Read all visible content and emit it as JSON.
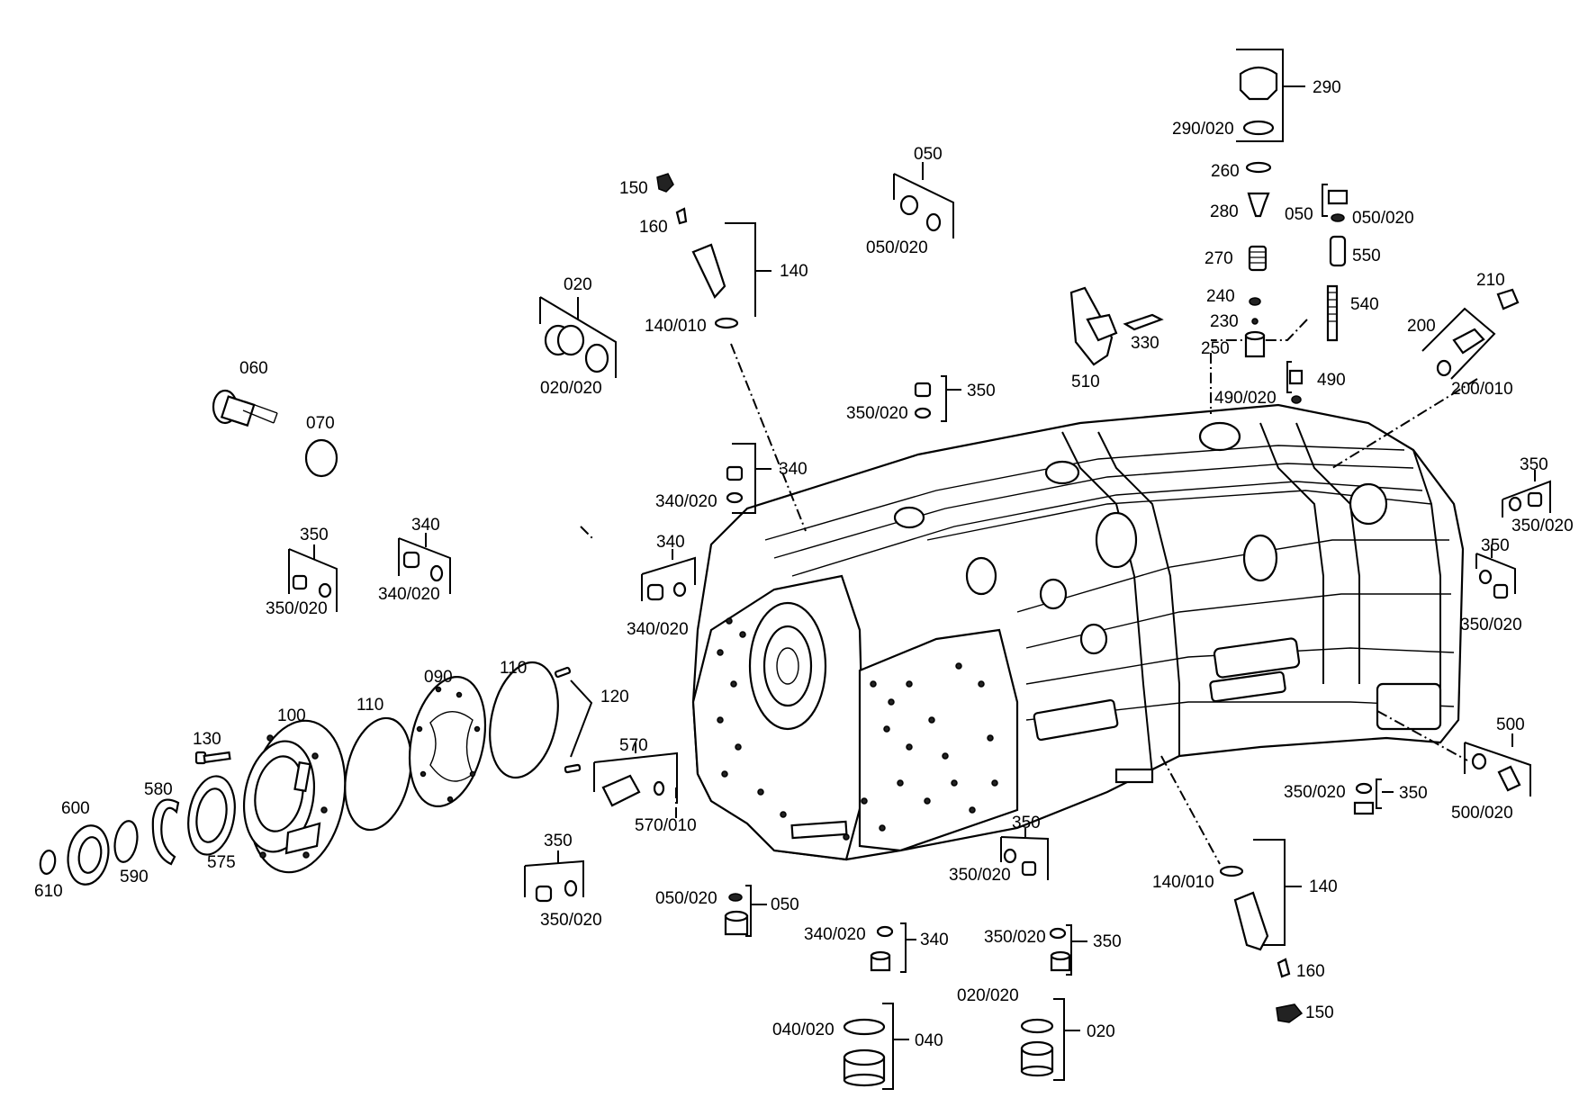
{
  "labels": {
    "p020_top": "020",
    "p020_020_top": "020/020",
    "p060": "060",
    "p070": "070",
    "p150_top": "150",
    "p160_top": "160",
    "p140_top": "140",
    "p140_010_top": "140/010",
    "p050_top": "050",
    "p050_020_top": "050/020",
    "p290": "290",
    "p290_020": "290/020",
    "p260": "260",
    "p280": "280",
    "p270": "270",
    "p240": "240",
    "p230": "230",
    "p250": "250",
    "p050_r": "050",
    "p050_020_r": "050/020",
    "p550": "550",
    "p540": "540",
    "p210": "210",
    "p200": "200",
    "p200_010": "200/010",
    "p330": "330",
    "p510": "510",
    "p350_a": "350",
    "p350_020_a": "350/020",
    "p490": "490",
    "p490_020": "490/020",
    "p340_a": "340",
    "p340_020_a": "340/020",
    "p350_b": "350",
    "p350_020_b": "350/020",
    "p340_b": "340",
    "p340_020_b": "340/020",
    "p340_c": "340",
    "p340_020_c": "340/020",
    "p350_c": "350",
    "p350_020_c": "350/020",
    "p350_d": "350",
    "p350_020_d": "350/020",
    "p090": "090",
    "p110_a": "110",
    "p110_b": "110",
    "p120": "120",
    "p100": "100",
    "p130": "130",
    "p580": "580",
    "p600": "600",
    "p575": "575",
    "p590": "590",
    "p610": "610",
    "p570": "570",
    "p570_010": "570/010",
    "p350_e": "350",
    "p350_020_e": "350/020",
    "p050_b": "050",
    "p050_020_b": "050/020",
    "p340_d": "340",
    "p340_020_d": "340/020",
    "p040": "040",
    "p040_020": "040/020",
    "p350_f": "350",
    "p350_020_f": "350/020",
    "p350_g": "350",
    "p350_020_g": "350/020",
    "p020_b": "020",
    "p020_020_b": "020/020",
    "p140_b": "140",
    "p140_010_b": "140/010",
    "p160_b": "160",
    "p150_b": "150",
    "p350_h": "350",
    "p350_020_h": "350/020",
    "p500": "500",
    "p500_020": "500/020"
  }
}
